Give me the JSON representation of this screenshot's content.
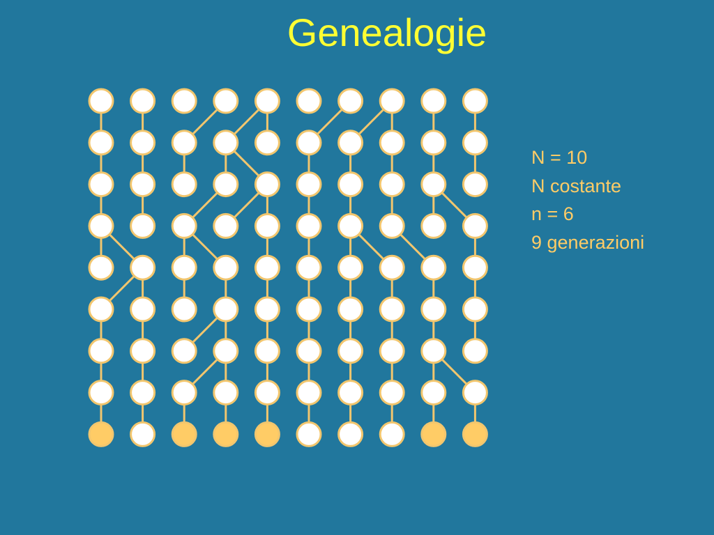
{
  "title": "Genealogie",
  "info": [
    "N = 10",
    "N costante",
    "n = 6",
    "9 generazioni"
  ],
  "colors": {
    "background": "#21779d",
    "title": "#ffff33",
    "text": "#ffcc66",
    "line": "#f2c66e",
    "node_fill": "#ffffff",
    "node_stroke": "#f2c66e",
    "survivor_fill": "#ffcc66"
  },
  "genealogy": {
    "population_size": 10,
    "generations": 9,
    "parents": [
      [
        0,
        1,
        3,
        4,
        4,
        6,
        7,
        7,
        8,
        9
      ],
      [
        0,
        1,
        2,
        3,
        3,
        5,
        6,
        7,
        8,
        9
      ],
      [
        0,
        1,
        3,
        4,
        4,
        5,
        6,
        7,
        8,
        8
      ],
      [
        0,
        0,
        2,
        2,
        4,
        5,
        6,
        6,
        7,
        9
      ],
      [
        1,
        1,
        2,
        3,
        4,
        5,
        6,
        7,
        8,
        9
      ],
      [
        0,
        1,
        3,
        3,
        4,
        5,
        6,
        7,
        8,
        9
      ],
      [
        0,
        1,
        3,
        3,
        4,
        5,
        6,
        7,
        8,
        8
      ]
    ],
    "survivors": [
      0,
      2,
      3,
      4,
      8,
      9
    ]
  }
}
